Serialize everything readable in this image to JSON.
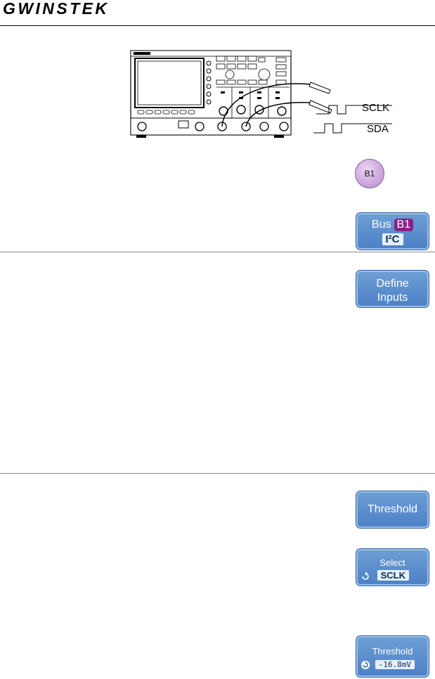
{
  "header": {
    "logo_text": "GWINSTEK"
  },
  "illustration": {
    "signals": [
      {
        "label": "SCLK"
      },
      {
        "label": "SDA"
      }
    ]
  },
  "b1_key": {
    "label": "B1"
  },
  "bus_key": {
    "line1": "Bus",
    "bus_tag": "B1",
    "protocol": "I²C"
  },
  "define_inputs_key": {
    "line1": "Define",
    "line2": "Inputs"
  },
  "threshold_key": {
    "label": "Threshold"
  },
  "select_key": {
    "label": "Select",
    "value": "SCLK"
  },
  "threshold_value_key": {
    "label": "Threshold",
    "value": "-16.8mV"
  },
  "colors": {
    "softkey": "#5a8ccc",
    "bus_tag": "#8c1f8a",
    "b1_key": "#cfa9e0"
  }
}
